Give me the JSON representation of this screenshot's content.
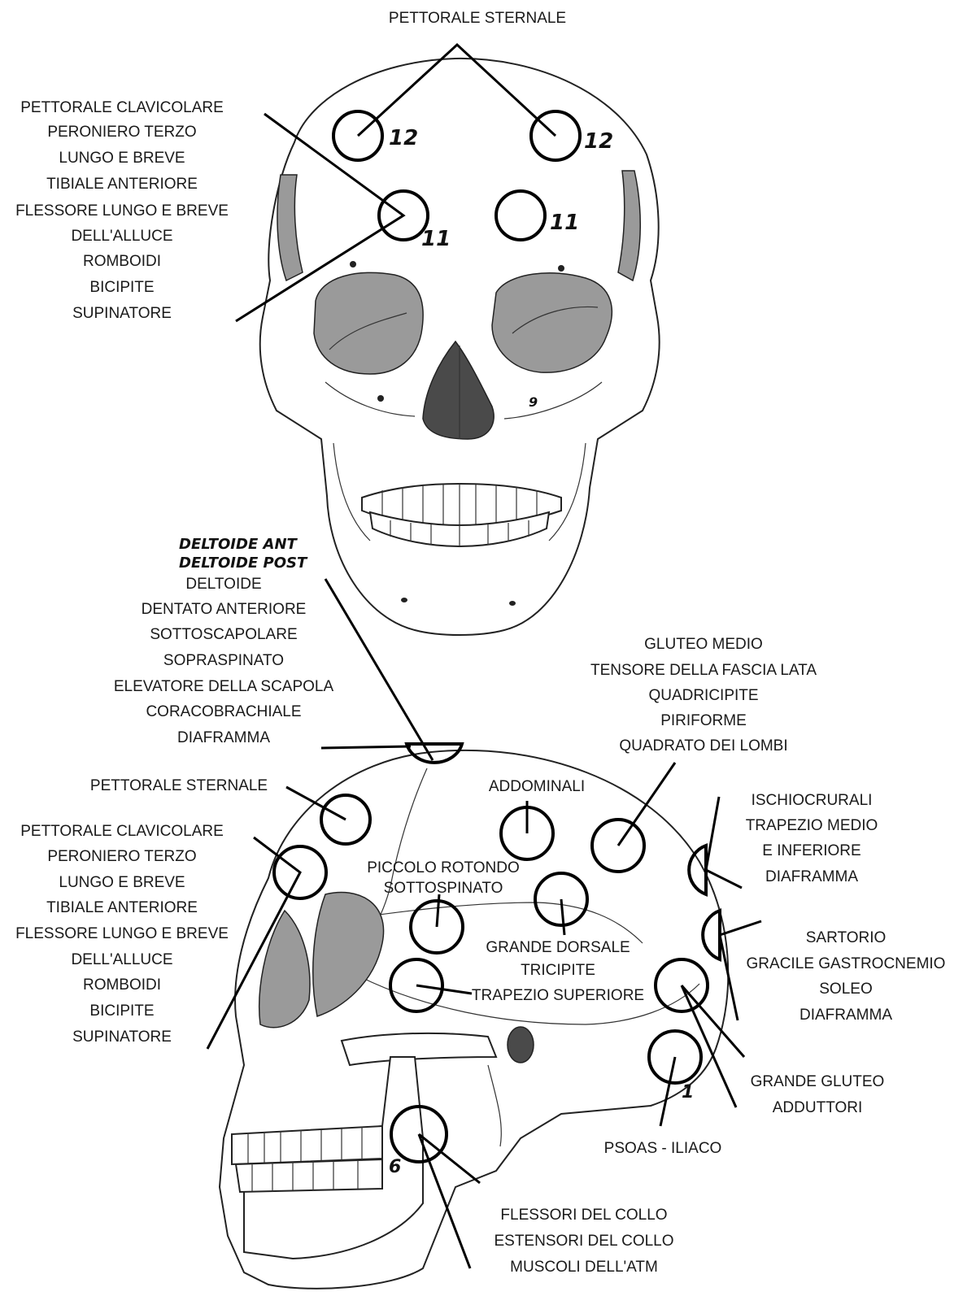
{
  "front_view": {
    "top_label": "PETTORALE STERNALE",
    "left_labels": [
      "PETTORALE CLAVICOLARE",
      "PERONIERO TERZO",
      "LUNGO E BREVE",
      "TIBIALE ANTERIORE",
      "FLESSORE LUNGO E BREVE",
      "DELL'ALLUCE",
      "ROMBOIDI",
      "BICIPITE",
      "SUPINATORE"
    ],
    "point_numbers": {
      "upper_left": "12",
      "upper_right": "12",
      "lower_left": "11",
      "lower_right": "11",
      "small_mark": "9"
    }
  },
  "lateral_view": {
    "handwritten_notes": [
      "DELTOIDE ANT",
      "DELTOIDE POST"
    ],
    "deltoid_group": [
      "DELTOIDE",
      "DENTATO ANTERIORE",
      "SOTTOSCAPOLARE",
      "SOPRASPINATO",
      "ELEVATORE DELLA SCAPOLA",
      "CORACOBRACHIALE",
      "DIAFRAMMA"
    ],
    "gluteo_group": [
      "GLUTEO MEDIO",
      "TENSORE DELLA FASCIA LATA",
      "QUADRICIPITE",
      "PIRIFORME",
      "QUADRATO DEI LOMBI"
    ],
    "pettorale_sternale": "PETTORALE STERNALE",
    "addominali": "ADDOMINALI",
    "left_labels": [
      "PETTORALE CLAVICOLARE",
      "PERONIERO TERZO",
      "LUNGO E BREVE",
      "TIBIALE ANTERIORE",
      "FLESSORE LUNGO E BREVE",
      "DELL'ALLUCE",
      "ROMBOIDI",
      "BICIPITE",
      "SUPINATORE"
    ],
    "ischio_group": [
      "ISCHIOCRURALI",
      "TRAPEZIO MEDIO",
      "E INFERIORE",
      "DIAFRAMMA"
    ],
    "piccolo_group": [
      "PICCOLO ROTONDO",
      "SOTTOSPINATO"
    ],
    "dorsale_group": [
      "GRANDE DORSALE",
      "TRICIPITE",
      "TRAPEZIO SUPERIORE"
    ],
    "sartorio_group": [
      "SARTORIO",
      "GRACILE GASTROCNEMIO",
      "SOLEO",
      "DIAFRAMMA"
    ],
    "gluteo_grande_group": [
      "GRANDE GLUTEO",
      "ADDUTTORI"
    ],
    "psoas": "PSOAS - ILIACO",
    "collo_group": [
      "FLESSORI DEL COLLO",
      "ESTENSORI DEL COLLO",
      "MUSCOLI DELL'ATM"
    ],
    "point_numbers": {
      "psoas_point": "1",
      "jaw_point": "6"
    }
  }
}
